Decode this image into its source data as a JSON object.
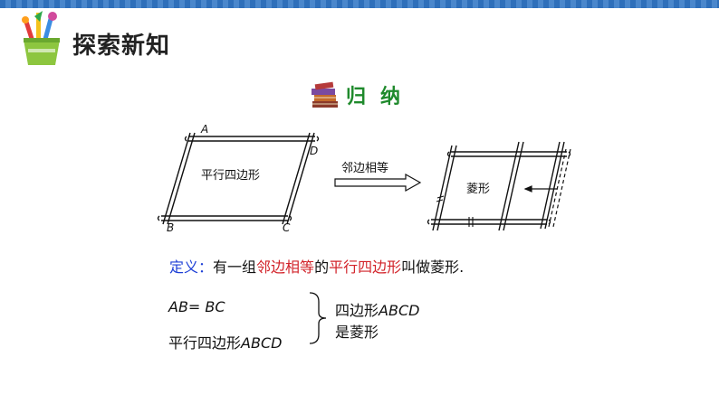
{
  "header": {
    "title": "探索新知",
    "logo_icon": "pencil-cup-icon"
  },
  "section": {
    "icon": "books-icon",
    "title": "归纳"
  },
  "diagram": {
    "left_vertices": {
      "A": "A",
      "B": "B",
      "C": "C",
      "D": "D"
    },
    "left_label": "平行四边形",
    "arrow_label": "邻边相等",
    "right_label": "菱形"
  },
  "definition": {
    "label": "定义",
    "colon": "：",
    "part1": "有一组",
    "part2": "邻边相等",
    "part3": "的",
    "part4": "平行四边形",
    "part5": "叫做菱形."
  },
  "conditions": {
    "line1": "AB= BC",
    "line2_prefix": "平行四边形",
    "line2_name": "ABCD"
  },
  "conclusion": {
    "line1_prefix": "四边形",
    "line1_name": "ABCD",
    "line2": "是菱形"
  },
  "colors": {
    "accent_blue": "#1d3fd6",
    "accent_red": "#d2232a",
    "section_green": "#1f8a2c",
    "band_blue": "#2e6fba"
  }
}
